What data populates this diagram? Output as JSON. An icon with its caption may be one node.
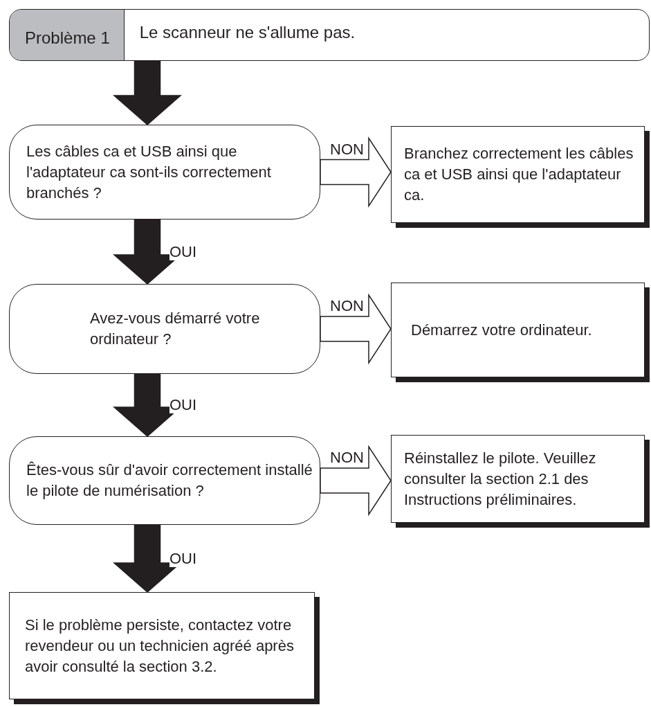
{
  "diagram": {
    "nodes": [
      {
        "text": [
          "Problème 1",
          "Le scanneur ne s'allume pas."
        ]
      },
      {
        "text": [
          "Les câbles ca et USB ainsi que l'adaptateur ca sont-ils correctement branchés ?"
        ]
      },
      {
        "text": [
          "Branchez correctement les câbles ca et USB ainsi que l'adaptateur ca."
        ]
      },
      {
        "text": [
          "Avez-vous démarré votre ordinateur ?"
        ]
      },
      {
        "text": [
          "Démarrez votre ordinateur."
        ]
      },
      {
        "text": [
          "Êtes-vous sûr d'avoir correctement installé le pilote de numérisation ?"
        ]
      },
      {
        "text": [
          "Réinstallez le pilote. Veuillez consulter la section 2.1 des Instructions préliminaires."
        ]
      },
      {
        "text": [
          "Si le problème persiste, contactez votre revendeur ou un technicien agréé après avoir consulté la section 3.2."
        ]
      }
    ],
    "edges": [
      {
        "from": 0,
        "to": 1,
        "arrow": "to",
        "style": "thick"
      },
      {
        "from": 1,
        "to": 2,
        "arrow": "to",
        "label": "NON"
      },
      {
        "from": 1,
        "to": 3,
        "arrow": "to",
        "label": "OUI",
        "style": "thick"
      },
      {
        "from": 3,
        "to": 4,
        "arrow": "to",
        "label": "NON"
      },
      {
        "from": 3,
        "to": 5,
        "arrow": "to",
        "label": "OUI",
        "style": "thick"
      },
      {
        "from": 5,
        "to": 6,
        "arrow": "to",
        "label": "NON"
      },
      {
        "from": 5,
        "to": 7,
        "arrow": "to",
        "label": "OUI",
        "style": "thick"
      }
    ]
  }
}
